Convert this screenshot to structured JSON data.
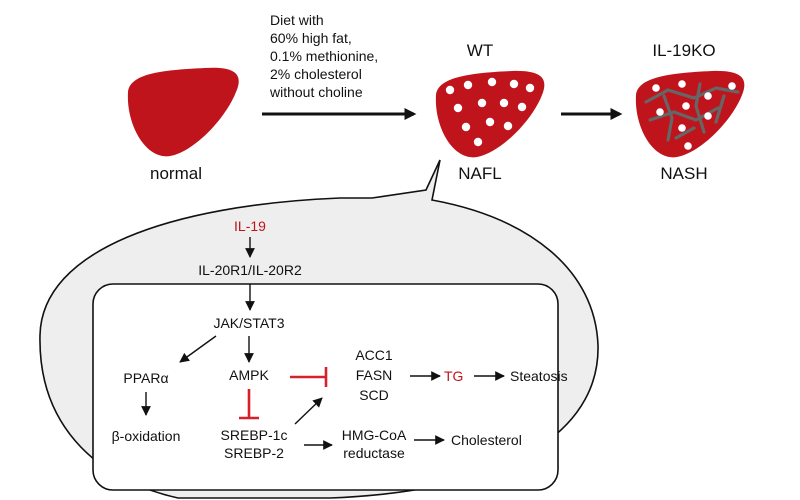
{
  "colors": {
    "liver": "#c0141c",
    "inhibitor": "#d6202a",
    "fibrosis": "#666666",
    "text": "#111111",
    "accent_text": "#c0141c",
    "bubble_fill": "#eeeeee"
  },
  "top": {
    "diet_lines": [
      "Diet with",
      "60% high fat,",
      "0.1% methionine,",
      "2% cholesterol",
      "without choline"
    ],
    "normal_label": "normal",
    "wt_label": "WT",
    "nafl_label": "NAFL",
    "ko_label": "IL-19KO",
    "nash_label": "NASH"
  },
  "pathway": {
    "il19": "IL-19",
    "receptor": "IL-20R1/IL-20R2",
    "jakstat": "JAK/STAT3",
    "ppar": "PPARα",
    "ampk": "AMPK",
    "beta_ox": "β-oxidation",
    "acc1": "ACC1",
    "fasn": "FASN",
    "scd": "SCD",
    "tg": "TG",
    "steatosis": "Steatosis",
    "srebp1c": "SREBP-1c",
    "srebp2": "SREBP-2",
    "hmgcoa": "HMG-CoA",
    "reductase": "reductase",
    "cholesterol": "Cholesterol"
  }
}
